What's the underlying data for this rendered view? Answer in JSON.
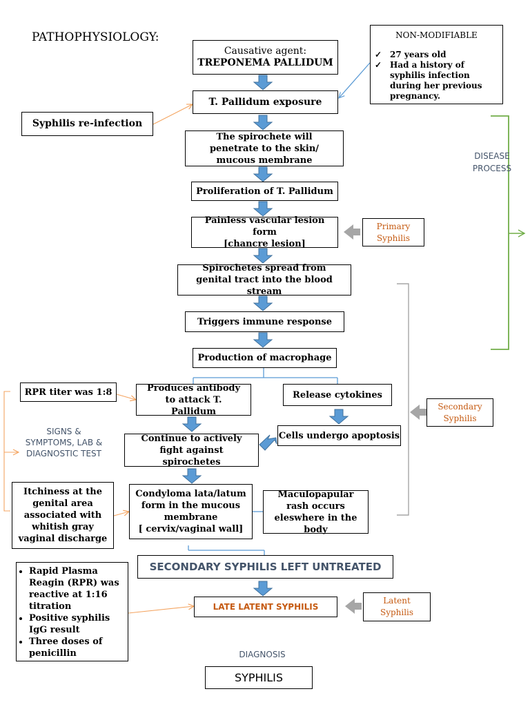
{
  "title": "PATHOPHYSIOLOGY:",
  "nonmod": {
    "heading": "NON-MODIFIABLE",
    "items": [
      "27 years old",
      "Had a history of syphilis infection during her previous pregnancy."
    ]
  },
  "flow": {
    "causative_line1": "Causative agent:",
    "causative_line2": "TREPONEMA PALLIDUM",
    "exposure": "T. Pallidum exposure",
    "penetrate": "The spirochete will penetrate to the skin/ mucous membrane",
    "proliferation": "Proliferation of T. Pallidum",
    "lesion_line1": "Painless vascular lesion form",
    "lesion_line2": "[chancre lesion]",
    "spread": "Spirochetes spread from genital tract into the blood stream",
    "immune": "Triggers immune response",
    "macrophage": "Production of macrophage",
    "antibody": "Produces antibody to attack T. Pallidum",
    "cytokines": "Release cytokines",
    "apoptosis": "Cells undergo apoptosis",
    "fight": "Continue to actively fight against spirochetes",
    "condyloma_line1": "Condyloma lata/latum form in the mucous membrane",
    "condyloma_line2": "[ cervix/vaginal wall]",
    "rash": "Maculopapular rash occurs eleswhere in the body",
    "untreated": "SECONDARY SYPHILIS LEFT UNTREATED",
    "late_latent": "LATE LATENT SYPHILIS",
    "diagnosis_label": "DIAGNOSIS",
    "diagnosis": "SYPHILIS"
  },
  "side": {
    "reinfection": "Syphilis re-infection",
    "disease_process": "DISEASE PROCESS",
    "primary": "Primary Syphilis",
    "secondary": "Secondary Syphilis",
    "latent": "Latent Syphilis",
    "rpr": "RPR titer was 1:8",
    "signs": "SIGNS & SYMPTOMS, LAB & DIAGNOSTIC TEST",
    "itch": "Itchiness at the genital area associated with whitish gray vaginal discharge",
    "lab_items": [
      "Rapid Plasma Reagin (RPR) was reactive at 1:16 titration",
      "Positive syphilis IgG result",
      "Three doses of penicillin"
    ]
  },
  "colors": {
    "flow_arrow": "#5b9bd5",
    "flow_arrow_edge": "#41719c",
    "orange": "#c55a11",
    "orange_line": "#f4a460",
    "slate": "#44546a",
    "green": "#70ad47",
    "gray": "#a6a6a6"
  }
}
